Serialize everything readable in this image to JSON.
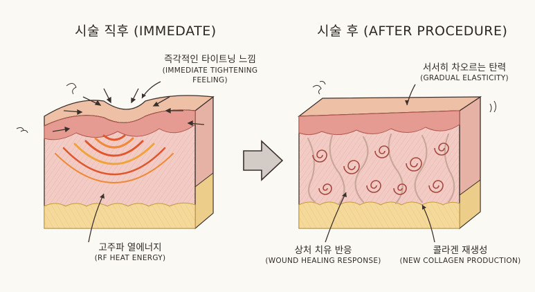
{
  "titles": {
    "left": "시술 직후 (IMMEDATE)",
    "right": "시술 후 (AFTER PROCEDURE)"
  },
  "labels": {
    "tightening": {
      "ko": "즉각적인 타이트닝 느낌",
      "en_line1": "(IMMEDIATE TIGHTENING",
      "en_line2": "FEELING)"
    },
    "rf_heat": {
      "ko": "고주파 열에너지",
      "en": "(RF HEAT ENERGY)"
    },
    "elasticity": {
      "ko": "서서히 차오르는 탄력",
      "en": "(GRADUAL ELASTICITY)"
    },
    "wound": {
      "ko": "상처 치유 반응",
      "en": "(WOUND HEALING RESPONSE)"
    },
    "collagen": {
      "ko": "콜라겐 재생성",
      "en": "(NEW COLLAGEN PRODUCTION)"
    }
  },
  "colors": {
    "epidermis": "#e9b39a",
    "dermis": "#f0c6bf",
    "fat": "#f3d99a",
    "heat_waves": "#e0572e",
    "collagen_fiber": "#c9a79a",
    "outline": "#3b302b"
  }
}
